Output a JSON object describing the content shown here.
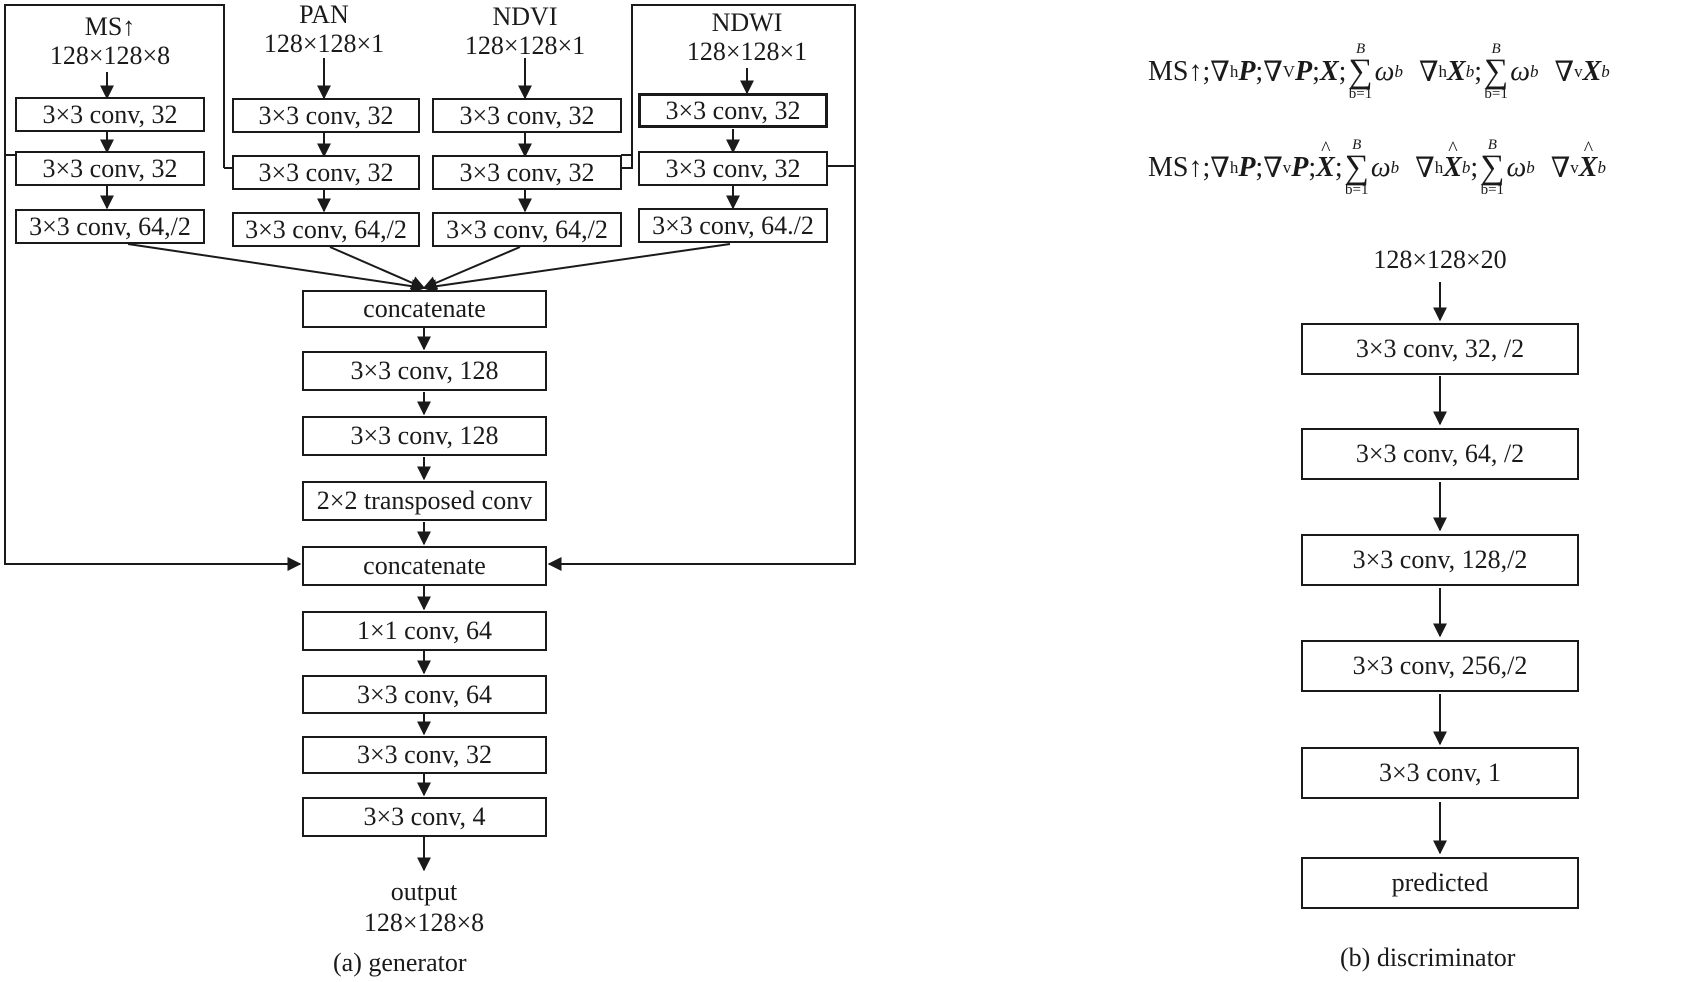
{
  "generator": {
    "branches": [
      {
        "name": "MS↑",
        "dims": "128×128×8",
        "layers": [
          "3×3 conv, 32",
          "3×3 conv, 32",
          "3×3 conv, 64,/2"
        ]
      },
      {
        "name": "PAN",
        "dims": "128×128×1",
        "layers": [
          "3×3 conv, 32",
          "3×3 conv, 32",
          "3×3 conv, 64,/2"
        ]
      },
      {
        "name": "NDVI",
        "dims": "128×128×1",
        "layers": [
          "3×3 conv, 32",
          "3×3 conv, 32",
          "3×3 conv, 64,/2"
        ]
      },
      {
        "name": "NDWI",
        "dims": "128×128×1",
        "layers": [
          "3×3 conv, 32",
          "3×3 conv, 32",
          "3×3 conv, 64./2"
        ]
      }
    ],
    "trunk": [
      "concatenate",
      "3×3 conv, 128",
      "3×3 conv, 128",
      "2×2 transposed conv",
      "concatenate",
      "1×1 conv, 64",
      "3×3 conv, 64",
      "3×3 conv, 32",
      "3×3 conv, 4"
    ],
    "output_label": "output",
    "output_dims": "128×128×8",
    "caption": "(a) generator"
  },
  "discriminator": {
    "input_dims": "128×128×20",
    "layers": [
      "3×3 conv, 32, /2",
      "3×3 conv, 64, /2",
      "3×3 conv, 128,/2",
      "3×3 conv, 256,/2",
      "3×3 conv, 1",
      "predicted"
    ],
    "caption": "(b) discriminator",
    "formula_symbols": {
      "ms": "MS",
      "up_arrow": "↑",
      "sep": ";",
      "nabla": "∇",
      "sub_h": "h",
      "sub_V": "V",
      "sub_v": "v",
      "P": "P",
      "X": "X",
      "omega": "ω",
      "sub_b": "b",
      "sum_top": "B",
      "sum_bottom": "b=1",
      "sigma": "∑"
    }
  }
}
